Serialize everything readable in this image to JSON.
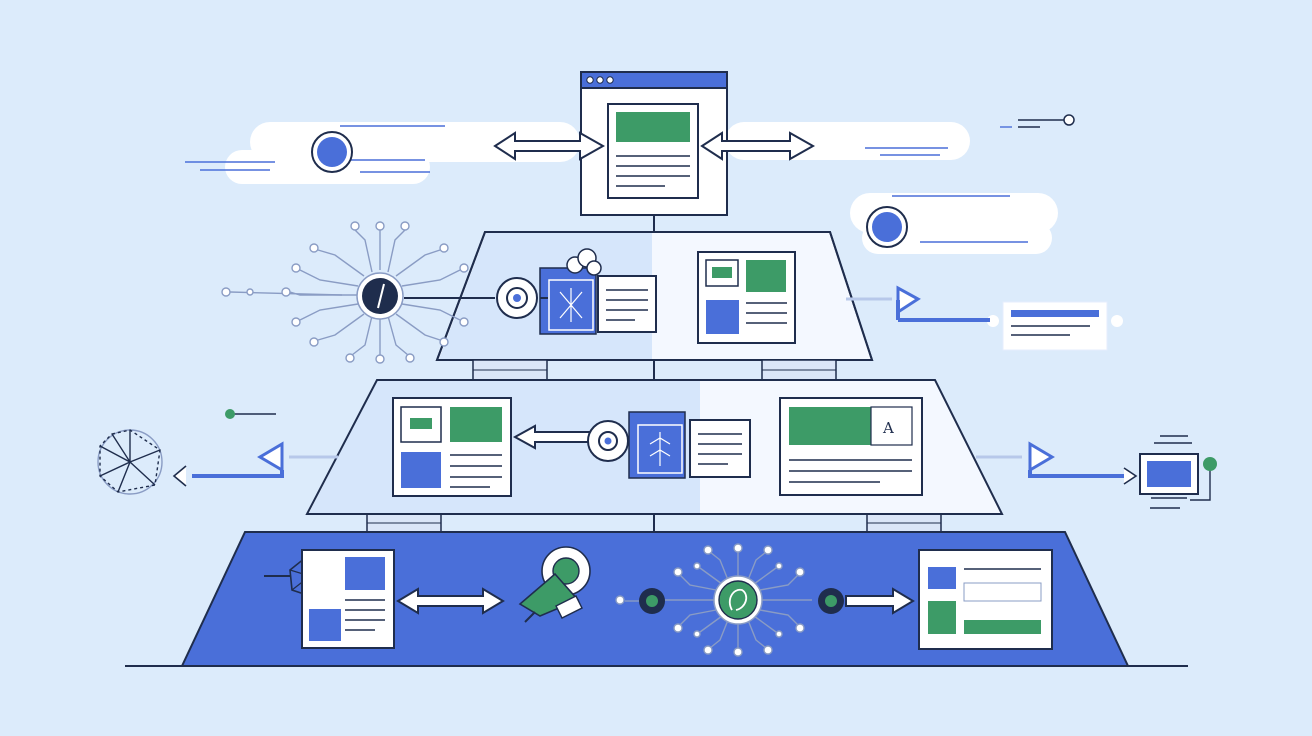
{
  "title": "",
  "colors": {
    "background": "#dcebfb",
    "cloud": "#ffffff",
    "tier": "#f4f8ff",
    "tier_shade": "#d6e6fb",
    "outline": "#1f2d4d",
    "blue": "#4a6fd9",
    "green": "#3d9b67",
    "light_line": "#b7c8ea"
  },
  "diagram": {
    "style": "three-tier pyramid architecture illustration, flat line art",
    "tiers": [
      {
        "id": "top-tier",
        "fill": "tier"
      },
      {
        "id": "middle-tier",
        "fill": "tier"
      },
      {
        "id": "base-tier",
        "fill": "blue"
      }
    ],
    "icons": [
      "browser-window-icon",
      "circuit-chip-icon",
      "node-connector-icon",
      "folder-icon",
      "document-card-icon",
      "network-globe-icon",
      "monitor-icon",
      "satellite-dish-icon",
      "megaphone-icon",
      "double-arrow-icon"
    ],
    "logo_text": "A"
  }
}
